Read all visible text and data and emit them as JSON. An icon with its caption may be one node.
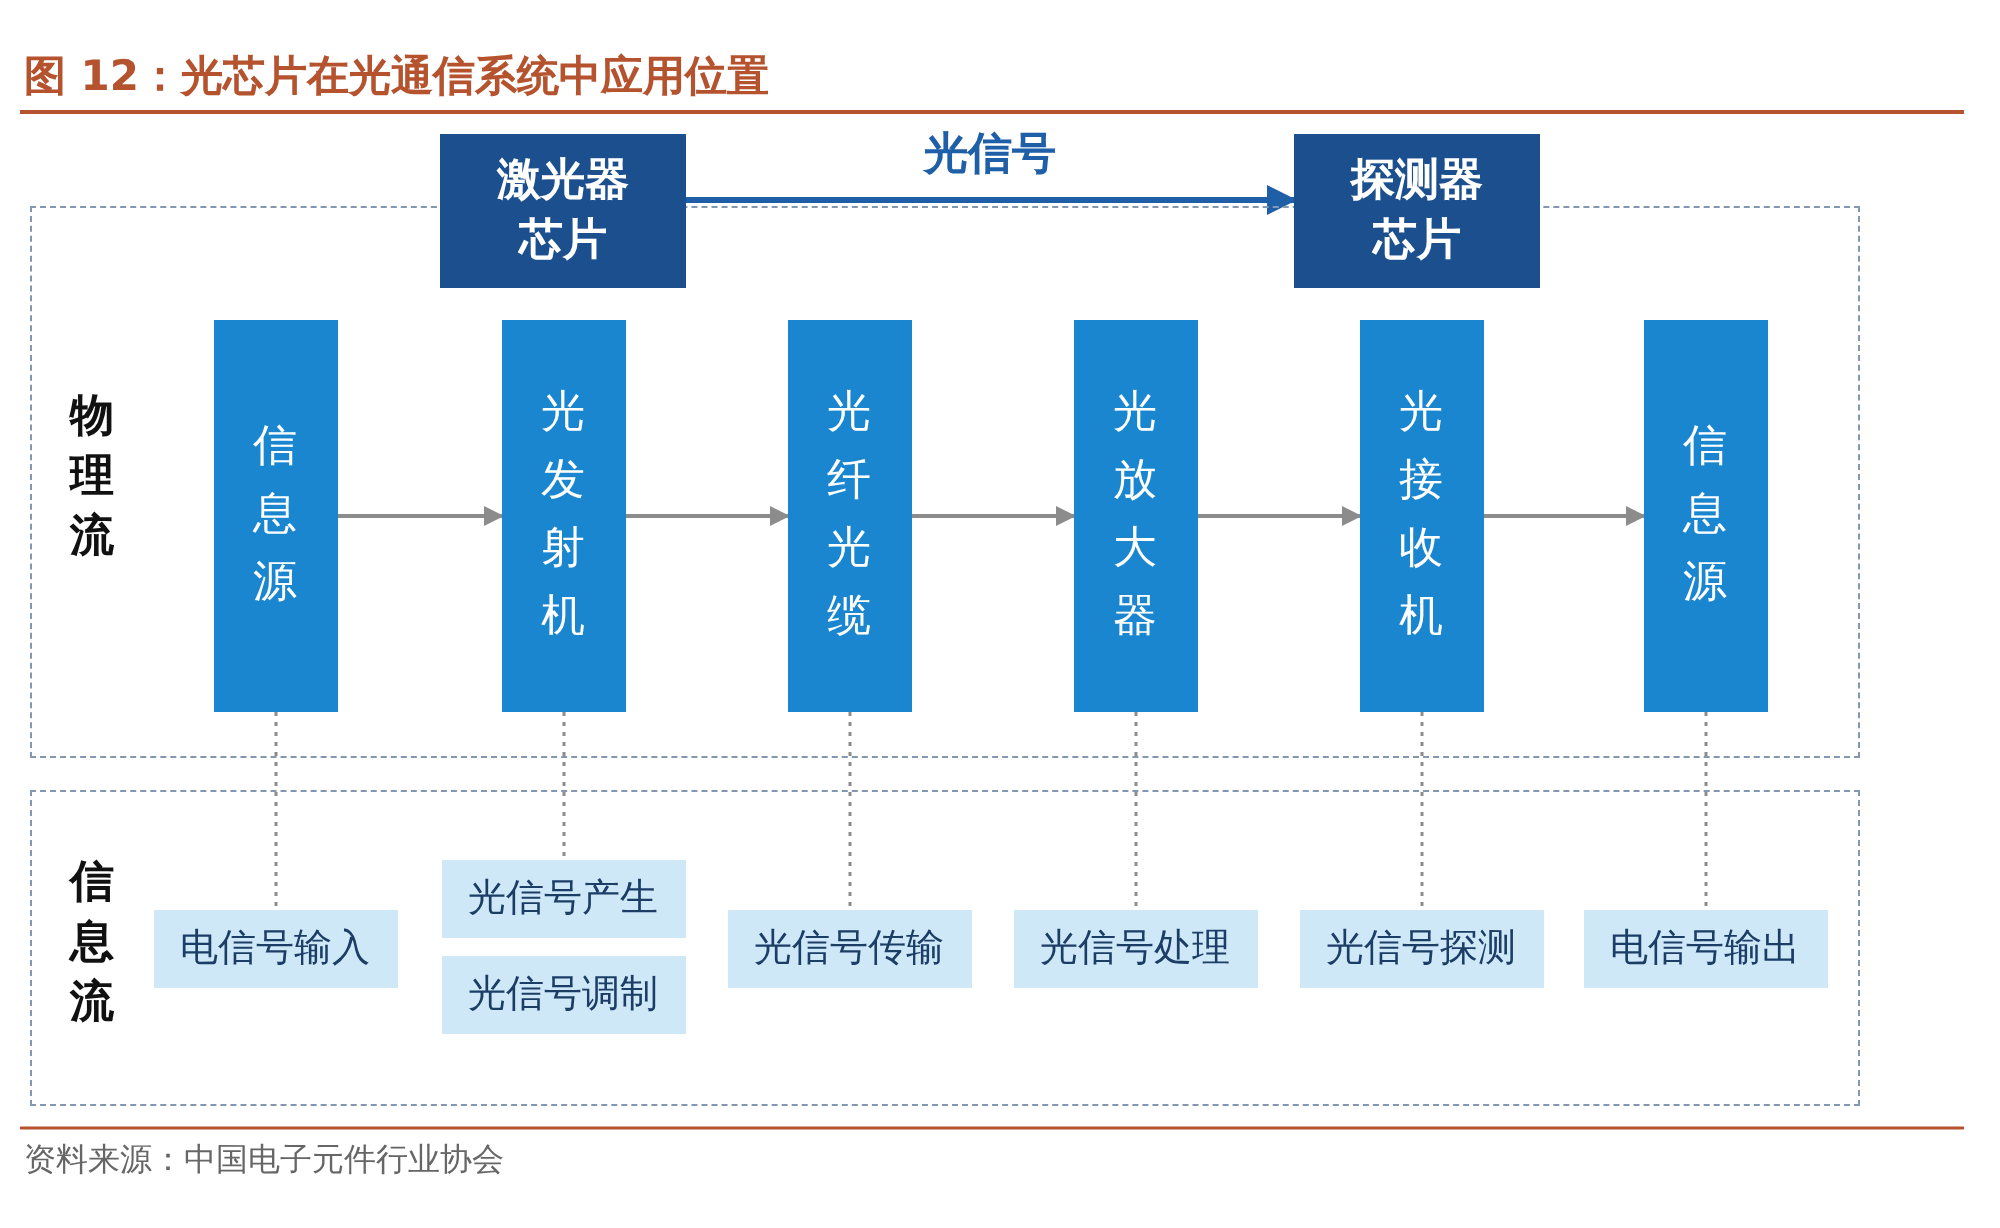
{
  "diagram": {
    "title": "图 12：光芯片在光通信系统中应用位置",
    "caption": "资料来源：中国电子元件行业协会",
    "nodes": [
      {
        "text": [
          "物理流"
        ]
      },
      {
        "text": [
          "信息流"
        ]
      },
      {
        "text": [
          "激光器芯片"
        ]
      },
      {
        "text": [
          "探测器芯片"
        ]
      },
      {
        "text": [
          "信息源"
        ],
        "in": 0
      },
      {
        "text": [
          "光发射机"
        ],
        "in": 0
      },
      {
        "text": [
          "光纤光缆"
        ],
        "in": 0
      },
      {
        "text": [
          "光放大器"
        ],
        "in": 0
      },
      {
        "text": [
          "光接收机"
        ],
        "in": 0
      },
      {
        "text": [
          "信息源"
        ],
        "in": 0
      },
      {
        "text": [
          "电信号输入"
        ],
        "in": 1
      },
      {
        "text": [
          "光信号产生"
        ],
        "in": 1
      },
      {
        "text": [
          "光信号调制"
        ],
        "in": 1
      },
      {
        "text": [
          "光信号传输"
        ],
        "in": 1
      },
      {
        "text": [
          "光信号处理"
        ],
        "in": 1
      },
      {
        "text": [
          "光信号探测"
        ],
        "in": 1
      },
      {
        "text": [
          "电信号输出"
        ],
        "in": 1
      }
    ],
    "edges": [
      {
        "from": 2,
        "to": 3,
        "arrow": "to",
        "label": "光信号",
        "style": "thick",
        "color": "#1f5fa8"
      },
      {
        "from": 4,
        "to": 5,
        "arrow": "to"
      },
      {
        "from": 5,
        "to": 6,
        "arrow": "to"
      },
      {
        "from": 6,
        "to": 7,
        "arrow": "to"
      },
      {
        "from": 7,
        "to": 8,
        "arrow": "to"
      },
      {
        "from": 8,
        "to": 9,
        "arrow": "to"
      },
      {
        "from": 4,
        "to": 10,
        "arrow": "none",
        "style": "dashed"
      },
      {
        "from": 5,
        "to": 11,
        "arrow": "none",
        "style": "dashed"
      },
      {
        "from": 6,
        "to": 13,
        "arrow": "none",
        "style": "dashed"
      },
      {
        "from": 7,
        "to": 14,
        "arrow": "none",
        "style": "dashed"
      },
      {
        "from": 8,
        "to": 15,
        "arrow": "none",
        "style": "dashed"
      },
      {
        "from": 9,
        "to": 16,
        "arrow": "none",
        "style": "dashed"
      }
    ]
  }
}
